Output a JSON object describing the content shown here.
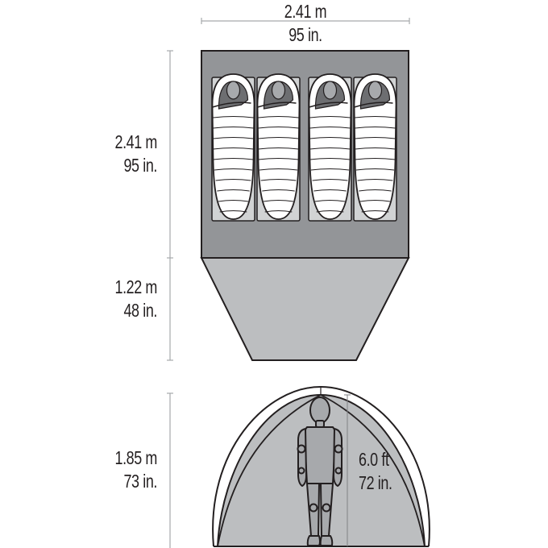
{
  "diagram": {
    "type": "tent-dimensions",
    "colors": {
      "tent_floor": "#939598",
      "vestibule": "#bcbec0",
      "pad": "#d1d3d4",
      "bag": "#ffffff",
      "head": "#a7a9ac",
      "hood_inner": "#6d6e71",
      "outline": "#231f20",
      "dimension_line": "#a7a9ac",
      "front_tent": "#bcbec0",
      "figure": "#a7a9ac"
    },
    "sleepers_count": 4
  },
  "dimensions": {
    "width": {
      "metric": "2.41 m",
      "imperial": "95 in."
    },
    "floor_length": {
      "metric": "2.41 m",
      "imperial": "95 in."
    },
    "vestibule_depth": {
      "metric": "1.22 m",
      "imperial": "48 in."
    },
    "peak_height": {
      "metric": "1.85 m",
      "imperial": "73 in."
    },
    "person_height": {
      "imperial_ft": "6.0 ft",
      "imperial_in": "72 in."
    }
  }
}
